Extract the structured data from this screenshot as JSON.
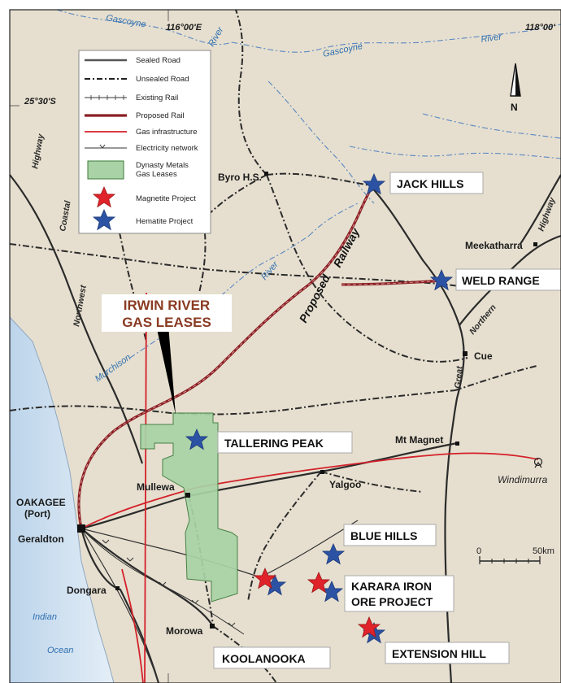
{
  "coords": {
    "lon_116": "116°00'E",
    "lon_118": "118°00'",
    "lat_2530": "25°30'S"
  },
  "water": {
    "gascoyne_top": "Gascoyne",
    "river_top": "River",
    "gascoyne_right": "Gascoyne",
    "river_right": "River",
    "murchison": "Murchison",
    "river_mid": "River",
    "indian": "Indian",
    "ocean": "Ocean"
  },
  "roads": {
    "coastal": "Coastal",
    "highway_left": "Highway",
    "northwest": "Northwest",
    "great": "Great",
    "northern": "Northern",
    "highway_right": "Highway"
  },
  "rail_label": {
    "line1": "Proposed",
    "line2": "Railway"
  },
  "callout": {
    "line1": "IRWIN RIVER",
    "line2": "GAS LEASES"
  },
  "towns": {
    "byro": "Byro H.S.",
    "meekatharra": "Meekatharra",
    "cue": "Cue",
    "mt_magnet": "Mt Magnet",
    "windimurra": "Windimurra",
    "mullewa": "Mullewa",
    "yalgoo": "Yalgoo",
    "oakagee": "OAKAGEE",
    "oakagee_port": "(Port)",
    "geraldton": "Geraldton",
    "dongara": "Dongara",
    "morowa": "Morowa"
  },
  "projects": {
    "jack_hills": "JACK HILLS",
    "weld_range": "WELD RANGE",
    "tallering_peak": "TALLERING PEAK",
    "blue_hills": "BLUE HILLS",
    "karara_line1": "KARARA IRON",
    "karara_line2": "ORE PROJECT",
    "koolanooka": "KOOLANOOKA",
    "extension_hill": "EXTENSION HILL"
  },
  "north_arrow": "N",
  "scale_bar": {
    "start": "0",
    "end": "50km"
  },
  "legend": {
    "items": [
      {
        "label": "Sealed Road"
      },
      {
        "label": "Unsealed Road"
      },
      {
        "label": "Existing Rail"
      },
      {
        "label": "Proposed Rail"
      },
      {
        "label": "Gas infrastructure"
      },
      {
        "label": "Electricity network"
      },
      {
        "label": "Dynasty Metals"
      },
      {
        "label": "Gas Leases"
      },
      {
        "label": "Magnetite Project"
      },
      {
        "label": "Hematite Project"
      }
    ]
  },
  "colors": {
    "land": "#e6dfcf",
    "ocean": "#cfe0ef",
    "lease": "#a9d3a6",
    "proposed_rail": "#8b1f24",
    "gas": "#d4212a",
    "magnetite_star": "#e0222a",
    "hematite_star": "#2c52a3",
    "river": "#5b87c2"
  }
}
